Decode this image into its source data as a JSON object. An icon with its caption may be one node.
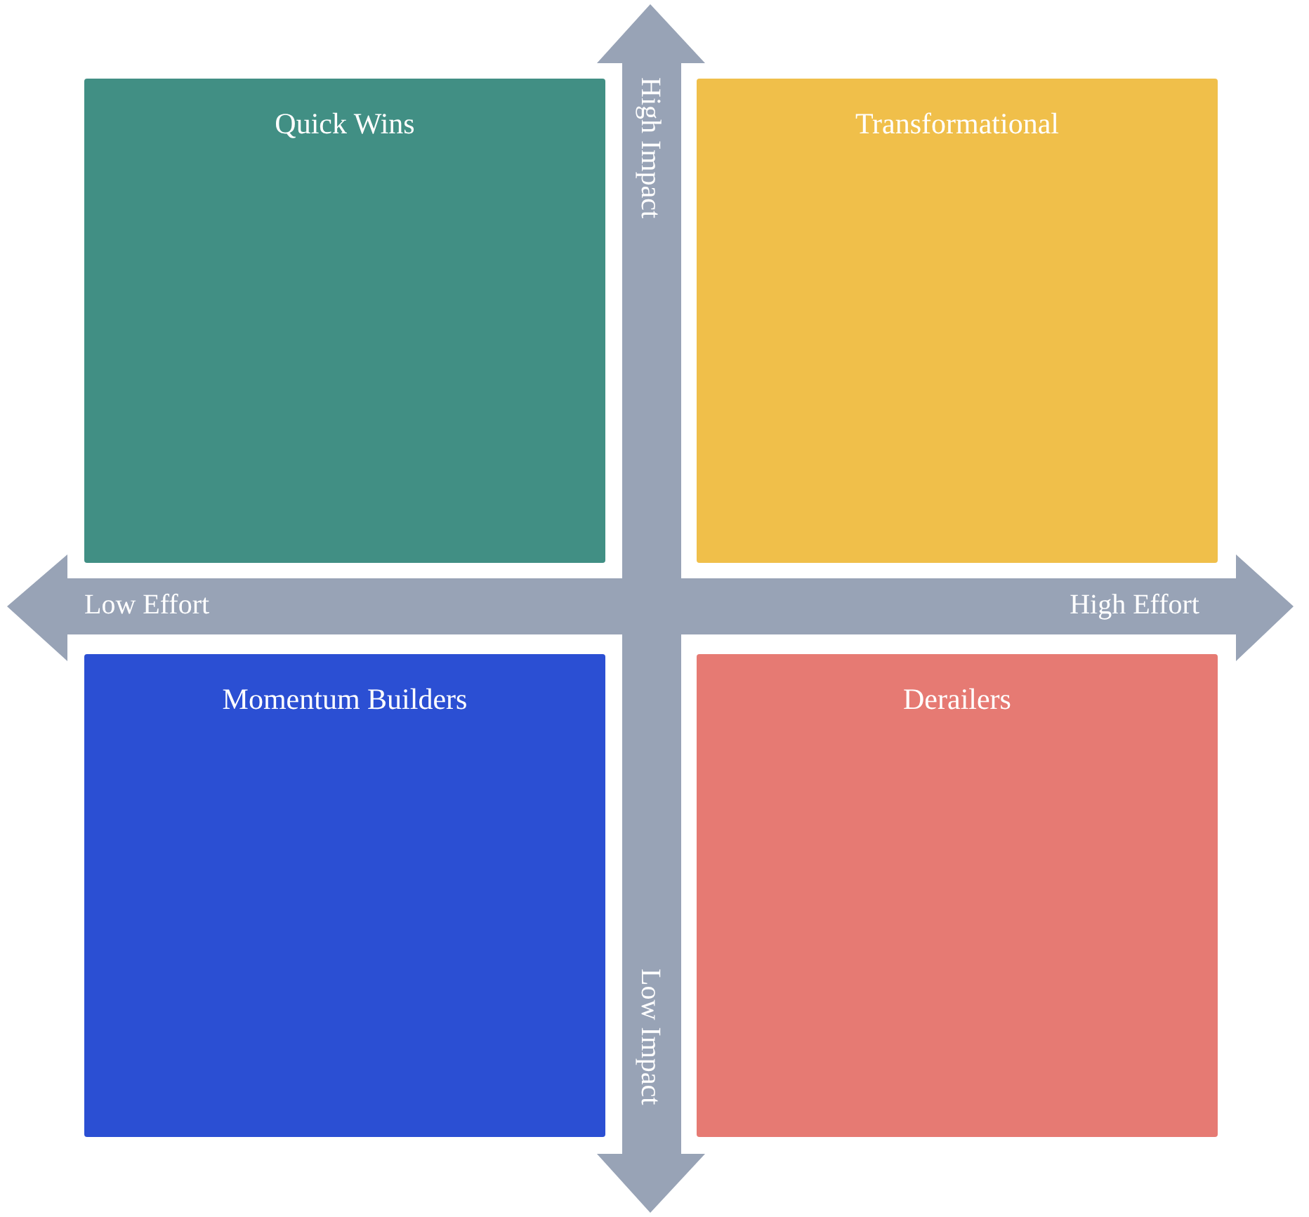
{
  "diagram": {
    "nodes": [
      {
        "text": [
          "Quick Wins"
        ]
      },
      {
        "text": [
          "Transformational"
        ]
      },
      {
        "text": [
          "Momentum Builders"
        ]
      },
      {
        "text": [
          "Derailers"
        ]
      }
    ],
    "labels": [
      "High Impact",
      "Low Effort",
      "High Effort",
      "Low Impact"
    ]
  }
}
